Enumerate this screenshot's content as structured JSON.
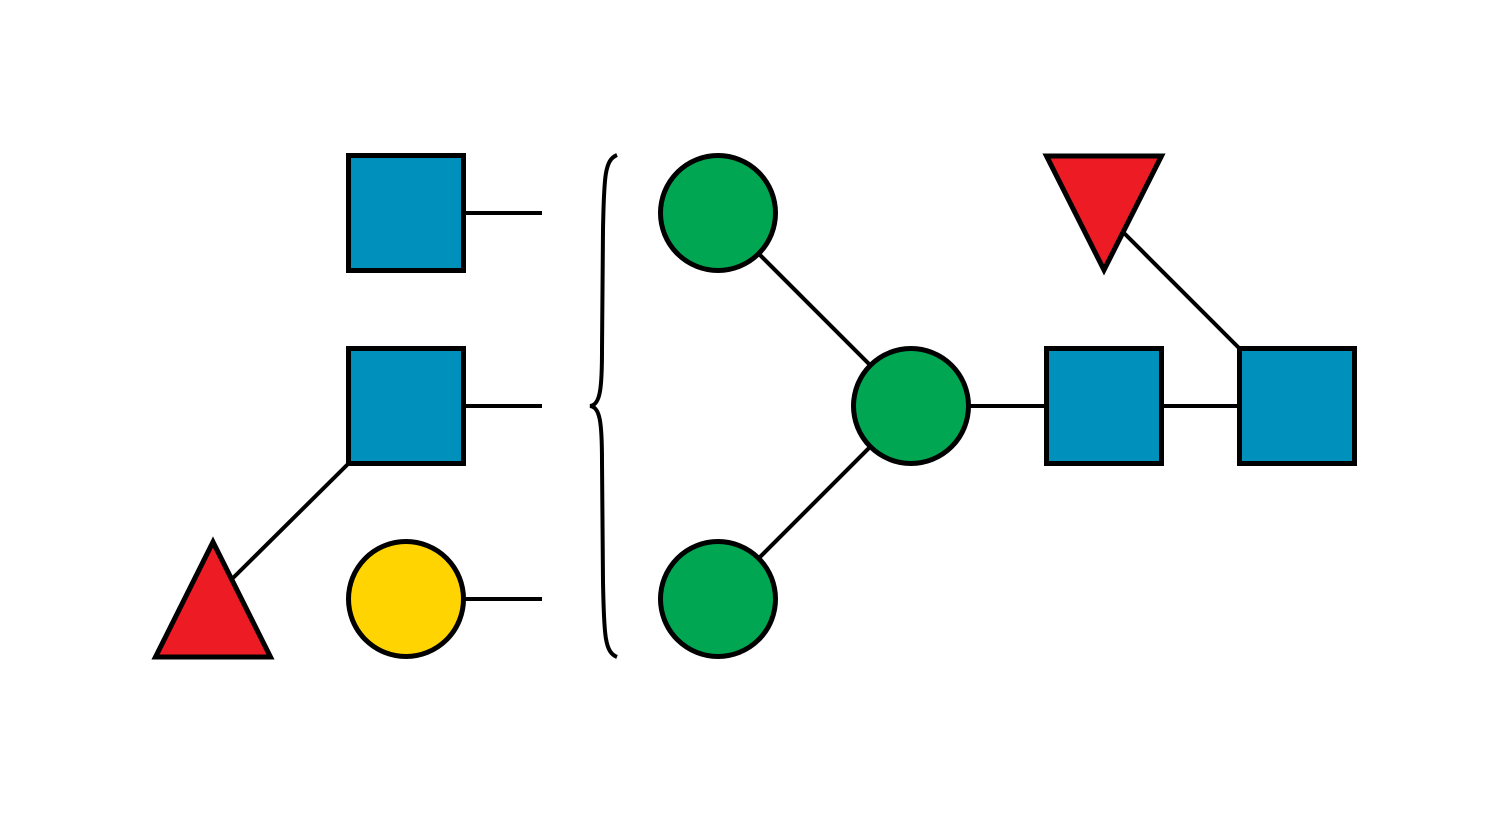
{
  "colors": {
    "hexnac_square": "#0090BC",
    "hexose_green_circle": "#00A651",
    "galactose_yellow_circle": "#FFD400",
    "fucose_red_triangle": "#ED1C24",
    "line": "#000000"
  },
  "nodes": [
    {
      "id": "glcnac-reducing-end",
      "shape": "square",
      "color": "hexnac_square"
    },
    {
      "id": "glcnac-second",
      "shape": "square",
      "color": "hexnac_square"
    },
    {
      "id": "fucose-core",
      "shape": "triangle-down",
      "color": "fucose_red_triangle"
    },
    {
      "id": "mannose-central",
      "shape": "circle",
      "color": "hexose_green_circle"
    },
    {
      "id": "mannose-upper",
      "shape": "circle",
      "color": "hexose_green_circle"
    },
    {
      "id": "mannose-lower",
      "shape": "circle",
      "color": "hexose_green_circle"
    },
    {
      "id": "glcnac-antenna-top",
      "shape": "square",
      "color": "hexnac_square"
    },
    {
      "id": "glcnac-antenna-mid",
      "shape": "square",
      "color": "hexnac_square"
    },
    {
      "id": "galactose-antenna",
      "shape": "circle",
      "color": "galactose_yellow_circle"
    },
    {
      "id": "fucose-antenna",
      "shape": "triangle-up",
      "color": "fucose_red_triangle"
    }
  ],
  "edges": [
    [
      "glcnac-reducing-end",
      "glcnac-second"
    ],
    [
      "glcnac-reducing-end",
      "fucose-core"
    ],
    [
      "glcnac-second",
      "mannose-central"
    ],
    [
      "mannose-central",
      "mannose-upper"
    ],
    [
      "mannose-central",
      "mannose-lower"
    ],
    [
      "glcnac-antenna-mid",
      "fucose-antenna"
    ]
  ],
  "antenna_links": [
    "glcnac-antenna-top",
    "glcnac-antenna-mid",
    "galactose-antenna"
  ]
}
